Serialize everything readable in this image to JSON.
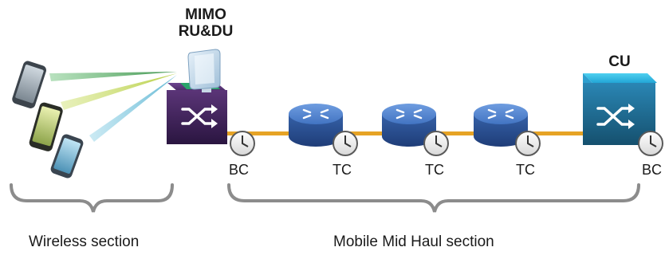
{
  "labels": {
    "ru_du_title_line1": "MIMO",
    "ru_du_title_line2": "RU&DU",
    "cu_title": "CU",
    "clock_bc_left": "BC",
    "clock_tc_1": "TC",
    "clock_tc_2": "TC",
    "clock_tc_3": "TC",
    "clock_bc_right": "BC",
    "wireless_section": "Wireless section",
    "midhaul_section": "Mobile Mid Haul section"
  },
  "colors": {
    "link": "#e6a325",
    "ru_du_box": "#3a1f4f",
    "cu_box": "#1e6f96",
    "router": "#3c68b4",
    "beam_top": "#2e8a3e",
    "beam_mid": "#b4cd3c",
    "beam_bottom": "#5ab4d2",
    "brace": "#8c8c8c"
  },
  "icons": {
    "devices": "smartphone-icon",
    "switch": "crossing-arrows-icon",
    "router": "router-icon",
    "clock": "clock-icon",
    "antenna": "antenna-panel-icon"
  }
}
